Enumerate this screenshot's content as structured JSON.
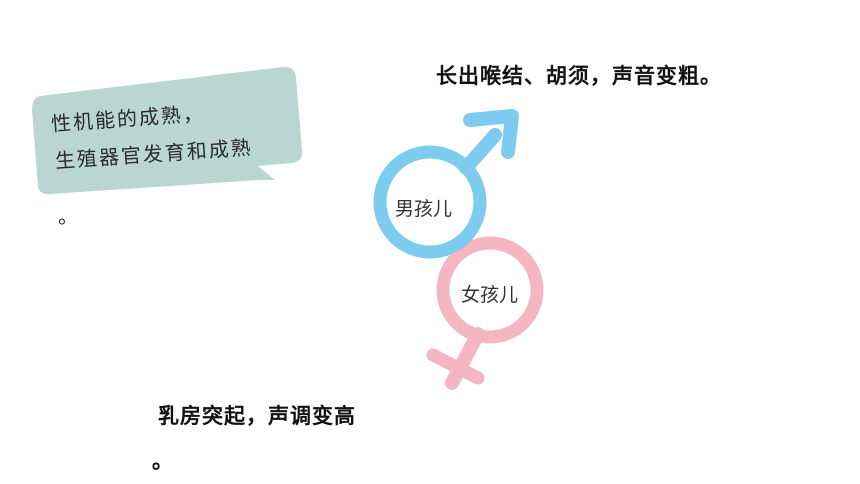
{
  "speech_bubble": {
    "line1": "性机能的成熟，",
    "line2": "生殖器官发育和成熟",
    "line3": "。"
  },
  "male": {
    "label": "男孩儿",
    "traits": "长出喉结、胡须，声音变粗。",
    "color": "#7ecbf0"
  },
  "female": {
    "label": "女孩儿",
    "traits": "乳房突起，声调变高",
    "traits_end": "。",
    "color": "#f5b6c2"
  },
  "bubble_color": "#b9d6d0"
}
